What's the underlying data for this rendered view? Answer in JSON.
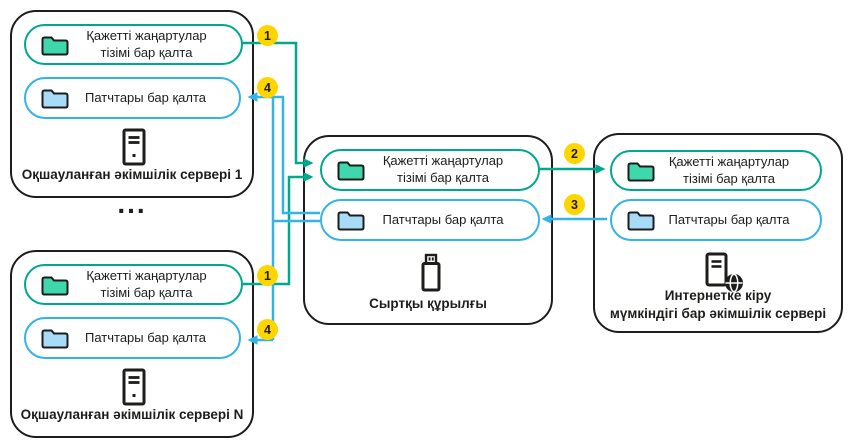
{
  "diagram": {
    "folders": {
      "updates": "Қажетті жаңартулар тізімі бар қалта",
      "patches": "Патчтары бар қалта"
    },
    "nodes": {
      "server1": {
        "title": "Оқшауланған әкімшілік сервері 1"
      },
      "serverN": {
        "title": "Оқшауланған әкімшілік сервері N"
      },
      "device": {
        "title": "Сыртқы құрылғы"
      },
      "internet_server": {
        "title": "Интернетке кіру мүмкіндігі бар әкімшілік сервері",
        "title_lines": [
          "Интернетке кіру",
          "мүмкіндігі бар әкімшілік сервері"
        ]
      }
    },
    "ellipsis": "...",
    "steps": {
      "step1": "1",
      "step2": "2",
      "step3": "3",
      "step4": "4"
    },
    "colors": {
      "teal": "#00A88E",
      "blue": "#33B3E8",
      "yellow": "#FFD500",
      "ink": "#1D1D1B",
      "folder_green": "#3FD8AD",
      "folder_blue": "#A8DBF7"
    }
  }
}
